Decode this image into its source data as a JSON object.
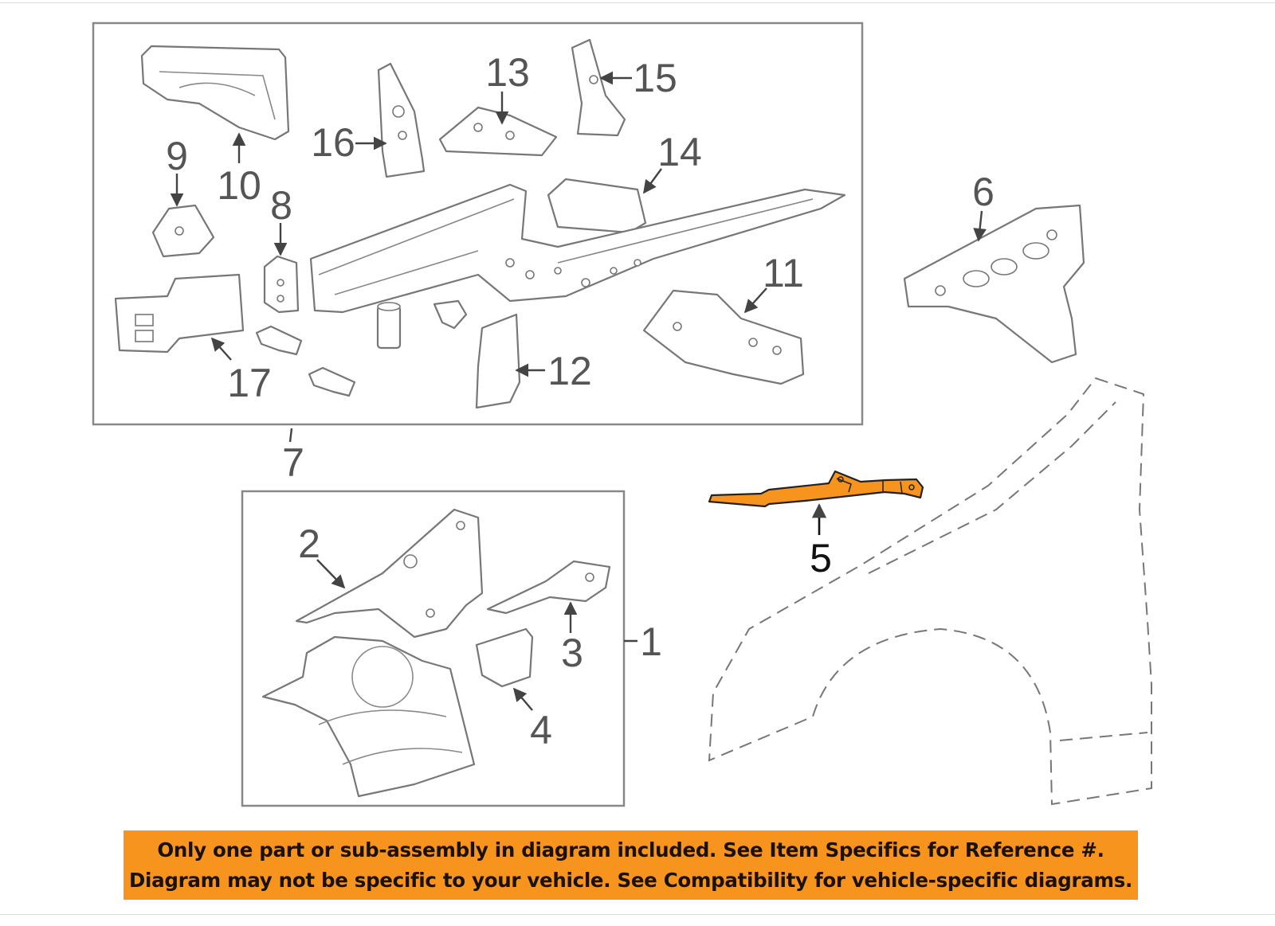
{
  "diagram": {
    "highlight_color": "#F7941D",
    "callouts": {
      "c1": "1",
      "c2": "2",
      "c3": "3",
      "c4": "4",
      "c5": "5",
      "c6": "6",
      "c7": "7",
      "c8": "8",
      "c9": "9",
      "c10": "10",
      "c11": "11",
      "c12": "12",
      "c13": "13",
      "c14": "14",
      "c15": "15",
      "c16": "16",
      "c17": "17"
    },
    "highlighted_part": "5"
  },
  "banner": {
    "line1": "Only one part or sub-assembly in diagram included. See Item Specifics for Reference #.",
    "line2": "Diagram may not be specific to your vehicle. See Compatibility for vehicle-specific diagrams.",
    "color": "#F7941D"
  }
}
